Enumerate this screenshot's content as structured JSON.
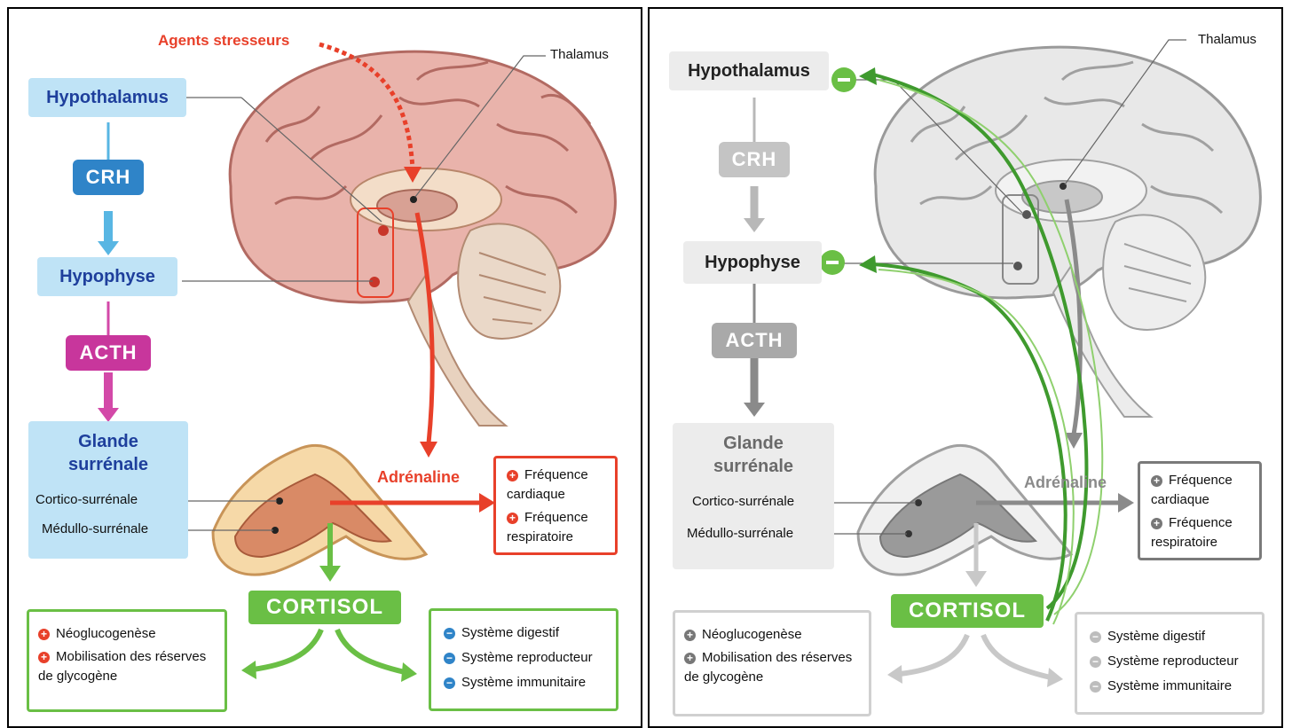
{
  "colors": {
    "red": "#e8402a",
    "blue_text": "#1e3f9c",
    "blue_box": "#bfe3f6",
    "crh": "#2f84c8",
    "acth": "#c8369c",
    "green": "#6abf45",
    "green_dark": "#3f9a2e",
    "grey": "#9a9a9a"
  },
  "left": {
    "stressors": "Agents stresseurs",
    "thalamus": "Thalamus",
    "hypothalamus": "Hypothalamus",
    "crh": "CRH",
    "hypophyse": "Hypophyse",
    "acth": "ACTH",
    "gland_title": "Glande surrénale",
    "cortico": "Cortico-surrénale",
    "medullo": "Médullo-surrénale",
    "adrenaline": "Adrénaline",
    "effects": [
      "Fréquence cardiaque",
      "Fréquence respiratoire"
    ],
    "cortisol": "CORTISOL",
    "cortisol_up": [
      "Néoglucogenèse",
      "Mobilisation des réserves de glycogène"
    ],
    "cortisol_down": [
      "Système digestif",
      "Système reproducteur",
      "Système immunitaire"
    ]
  },
  "right": {
    "thalamus": "Thalamus",
    "hypothalamus": "Hypothalamus",
    "crh": "CRH",
    "hypophyse": "Hypophyse",
    "acth": "ACTH",
    "gland_title": "Glande surrénale",
    "cortico": "Cortico-surrénale",
    "medullo": "Médullo-surrénale",
    "adrenaline": "Adrénaline",
    "effects": [
      "Fréquence cardiaque",
      "Fréquence respiratoire"
    ],
    "cortisol": "CORTISOL",
    "cortisol_up": [
      "Néoglucogenèse",
      "Mobilisation des réserves de glycogène"
    ],
    "cortisol_down": [
      "Système digestif",
      "Système reproducteur",
      "Système immunitaire"
    ]
  }
}
